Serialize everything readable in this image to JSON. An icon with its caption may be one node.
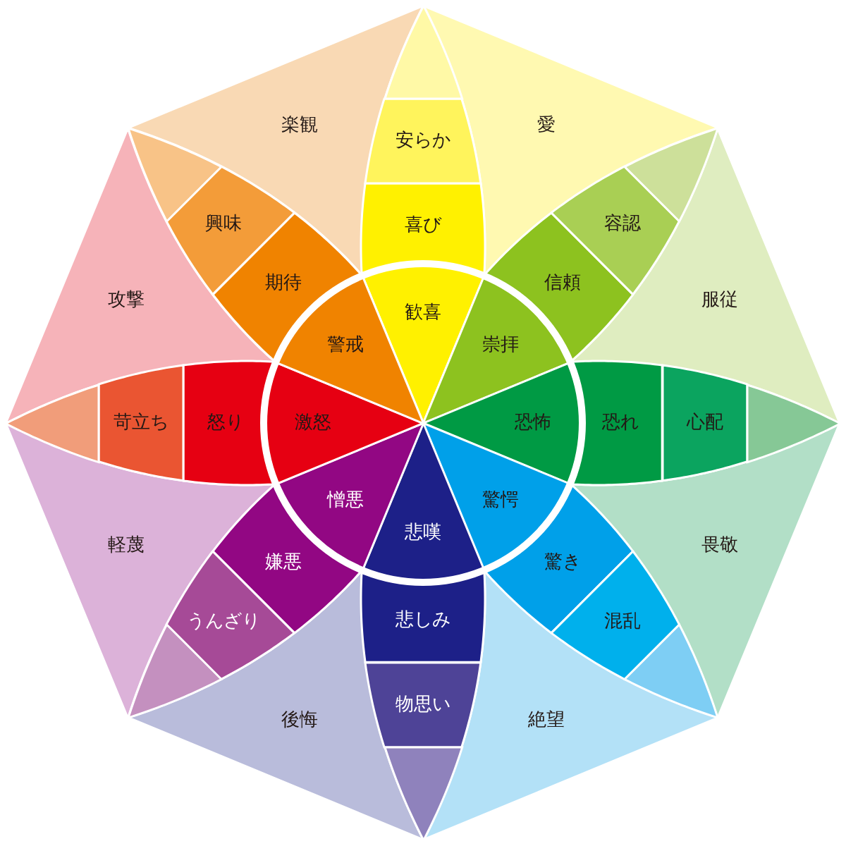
{
  "diagram": {
    "nodes": [
      {
        "text": [
          "歓喜"
        ]
      },
      {
        "text": [
          "喜び"
        ]
      },
      {
        "text": [
          "安らか"
        ]
      },
      {
        "text": [],
        "shape": "wedge"
      },
      {
        "text": [
          "崇拝"
        ]
      },
      {
        "text": [
          "信頼"
        ]
      },
      {
        "text": [
          "容認"
        ]
      },
      {
        "text": [],
        "shape": "wedge"
      },
      {
        "text": [
          "恐怖"
        ]
      },
      {
        "text": [
          "恐れ"
        ]
      },
      {
        "text": [
          "心配"
        ]
      },
      {
        "text": [],
        "shape": "wedge"
      },
      {
        "text": [
          "驚愕"
        ]
      },
      {
        "text": [
          "驚き"
        ]
      },
      {
        "text": [
          "混乱"
        ]
      },
      {
        "text": [],
        "shape": "wedge"
      },
      {
        "text": [
          "悲嘆"
        ]
      },
      {
        "text": [
          "悲しみ"
        ]
      },
      {
        "text": [
          "物思い"
        ]
      },
      {
        "text": [],
        "shape": "wedge"
      },
      {
        "text": [
          "憎悪"
        ]
      },
      {
        "text": [
          "嫌悪"
        ]
      },
      {
        "text": [
          "うんざり"
        ]
      },
      {
        "text": [],
        "shape": "wedge"
      },
      {
        "text": [
          "激怒"
        ]
      },
      {
        "text": [
          "怒り"
        ]
      },
      {
        "text": [
          "苛立ち"
        ]
      },
      {
        "text": [],
        "shape": "wedge"
      },
      {
        "text": [
          "警戒"
        ]
      },
      {
        "text": [
          "期待"
        ]
      },
      {
        "text": [
          "興味"
        ]
      },
      {
        "text": [],
        "shape": "wedge"
      },
      {
        "text": [
          "愛"
        ]
      },
      {
        "text": [
          "服従"
        ]
      },
      {
        "text": [
          "畏敬"
        ]
      },
      {
        "text": [
          "絶望"
        ]
      },
      {
        "text": [
          "後悔"
        ]
      },
      {
        "text": [
          "軽蔑"
        ]
      },
      {
        "text": [
          "攻撃"
        ]
      },
      {
        "text": [
          "楽観"
        ]
      }
    ]
  }
}
